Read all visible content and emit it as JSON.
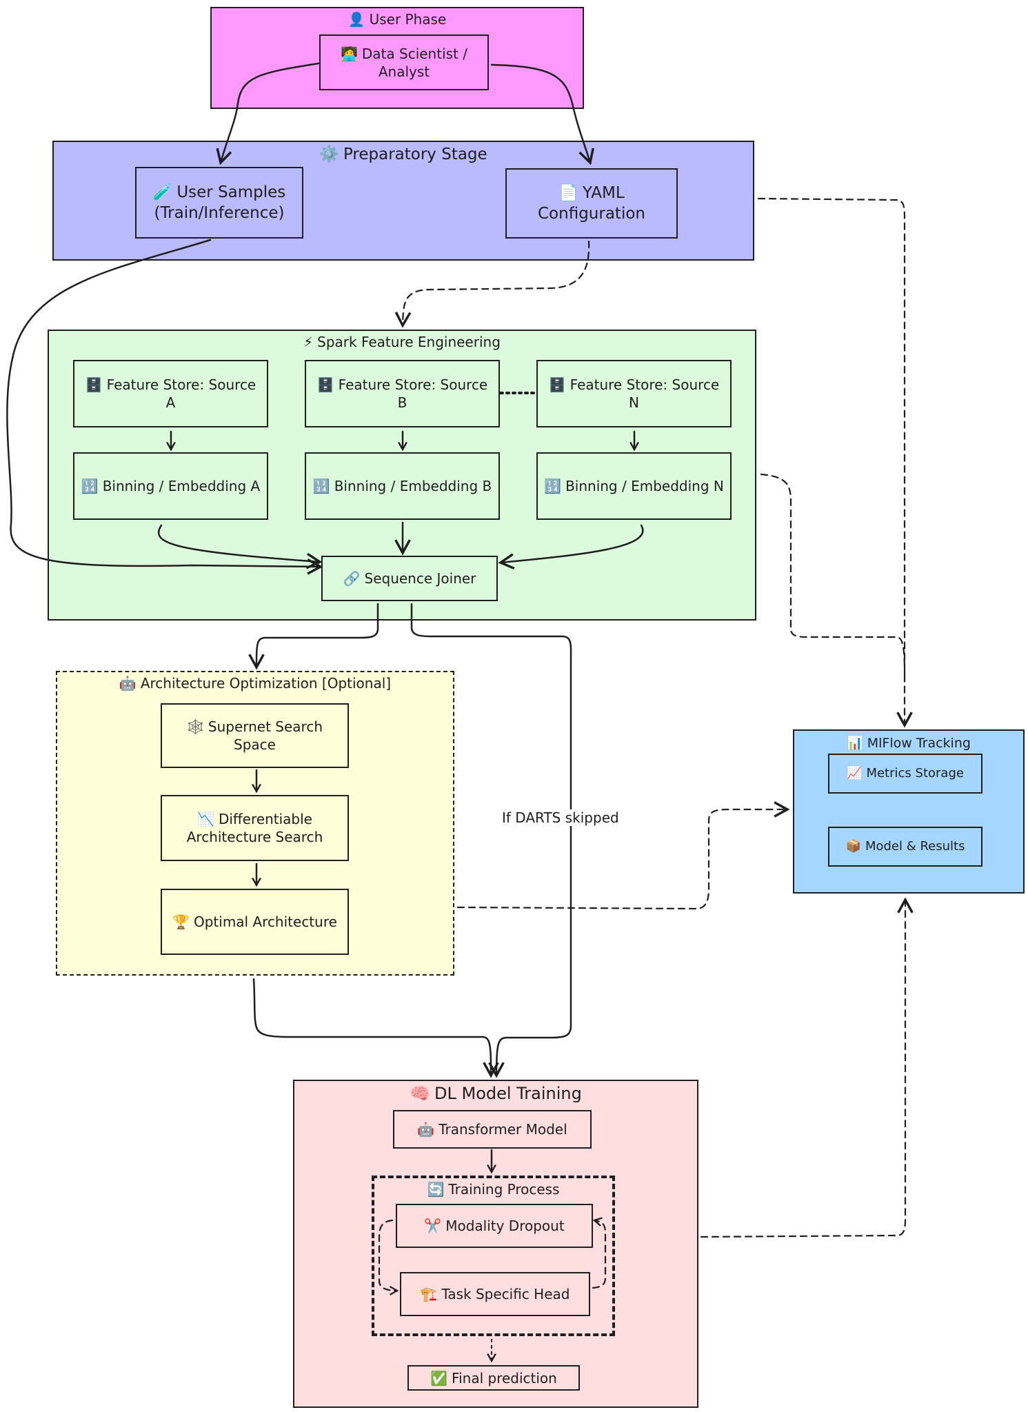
{
  "colors": {
    "user_phase": "#ff99ff",
    "prep_stage": "#babaff",
    "spark": "#dcfadc",
    "arch_opt": "#fefed9",
    "mlflow": "#a5d6ff",
    "training": "#ffdedf",
    "stroke": "#1e1e1e"
  },
  "groups": {
    "user_phase": {
      "icon": "👤",
      "title": "User Phase"
    },
    "prep_stage": {
      "icon": "⚙️",
      "title": "Preparatory Stage"
    },
    "spark": {
      "icon": "⚡",
      "title": "Spark Feature Engineering"
    },
    "arch_opt": {
      "icon": "🤖",
      "title": "Architecture Optimization [Optional]"
    },
    "mlflow": {
      "icon": "📊",
      "title": "MlFlow Tracking"
    },
    "training": {
      "icon": "🧠",
      "title": "DL Model Training"
    },
    "train_proc": {
      "icon": "🔄",
      "title": "Training Process"
    }
  },
  "nodes": {
    "data_scientist": {
      "icon": "🧑‍💻",
      "label": "Data Scientist / Analyst"
    },
    "user_samples": {
      "icon": "🧪",
      "label": "User Samples (Train/Inference)"
    },
    "yaml_config": {
      "icon": "📄",
      "label": "YAML Configuration"
    },
    "fs_a": {
      "icon": "🗄️",
      "label": "Feature Store: Source A"
    },
    "fs_b": {
      "icon": "🗄️",
      "label": "Feature Store: Source B"
    },
    "fs_n": {
      "icon": "🗄️",
      "label": "Feature Store: Source N"
    },
    "bin_a": {
      "icon": "🔢",
      "label": "Binning / Embedding A"
    },
    "bin_b": {
      "icon": "🔢",
      "label": "Binning / Embedding B"
    },
    "bin_n": {
      "icon": "🔢",
      "label": "Binning / Embedding N"
    },
    "seq_joiner": {
      "icon": "🔗",
      "label": "Sequence Joiner"
    },
    "supernet": {
      "icon": "🕸️",
      "label": "Supernet Search Space"
    },
    "darts": {
      "icon": "📉",
      "label": "Differentiable Architecture Search"
    },
    "optimal_arch": {
      "icon": "🏆",
      "label": "Optimal Architecture"
    },
    "metrics": {
      "icon": "📈",
      "label": "Metrics Storage"
    },
    "model_results": {
      "icon": "📦",
      "label": "Model & Results"
    },
    "transformer": {
      "icon": "🤖",
      "label": "Transformer Model"
    },
    "modality_drop": {
      "icon": "✂️",
      "label": "Modality Dropout"
    },
    "task_head": {
      "icon": "🏗️",
      "label": "Task Specific Head"
    },
    "final_pred": {
      "icon": "✅",
      "label": "Final prediction"
    }
  },
  "edge_labels": {
    "darts_skipped": "If DARTS skipped"
  },
  "edges": [
    {
      "from": "data_scientist",
      "to": "user_samples",
      "style": "solid"
    },
    {
      "from": "data_scientist",
      "to": "yaml_config",
      "style": "solid"
    },
    {
      "from": "yaml_config",
      "to": "spark",
      "style": "dashed"
    },
    {
      "from": "prep_stage",
      "to": "mlflow",
      "style": "dashed"
    },
    {
      "from": "user_samples",
      "to": "seq_joiner",
      "style": "solid"
    },
    {
      "from": "fs_b",
      "to": "fs_n",
      "style": "dotted"
    },
    {
      "from": "fs_a",
      "to": "bin_a",
      "style": "solid"
    },
    {
      "from": "fs_b",
      "to": "bin_b",
      "style": "solid"
    },
    {
      "from": "fs_n",
      "to": "bin_n",
      "style": "solid"
    },
    {
      "from": "bin_a",
      "to": "seq_joiner",
      "style": "solid"
    },
    {
      "from": "bin_b",
      "to": "seq_joiner",
      "style": "solid"
    },
    {
      "from": "bin_n",
      "to": "seq_joiner",
      "style": "solid"
    },
    {
      "from": "spark",
      "to": "mlflow",
      "style": "dashed"
    },
    {
      "from": "seq_joiner",
      "to": "arch_opt",
      "style": "solid"
    },
    {
      "from": "seq_joiner",
      "to": "training",
      "style": "solid",
      "label": "If DARTS skipped"
    },
    {
      "from": "supernet",
      "to": "darts",
      "style": "solid"
    },
    {
      "from": "darts",
      "to": "optimal_arch",
      "style": "solid"
    },
    {
      "from": "arch_opt",
      "to": "mlflow",
      "style": "dashed"
    },
    {
      "from": "arch_opt",
      "to": "training",
      "style": "solid"
    },
    {
      "from": "transformer",
      "to": "train_proc",
      "style": "solid"
    },
    {
      "from": "modality_drop",
      "to": "task_head",
      "style": "dashed"
    },
    {
      "from": "task_head",
      "to": "modality_drop",
      "style": "dashed"
    },
    {
      "from": "train_proc",
      "to": "final_pred",
      "style": "dashed"
    },
    {
      "from": "training",
      "to": "mlflow",
      "style": "dashed"
    }
  ]
}
